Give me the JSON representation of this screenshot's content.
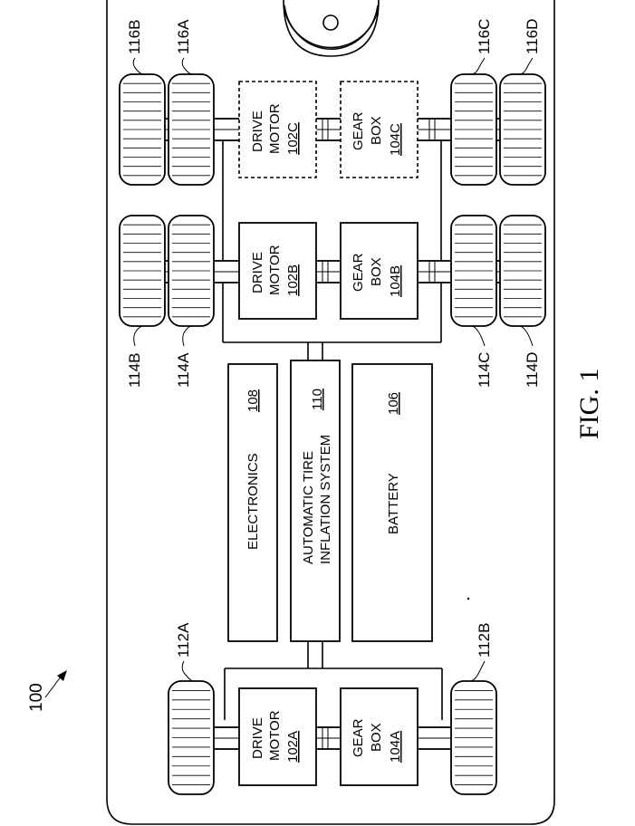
{
  "figure_label": "FIG. 1",
  "system_ref": "100",
  "blocks": {
    "electronics": {
      "text": "ELECTRONICS",
      "ref": "108"
    },
    "atis": {
      "line1": "AUTOMATIC TIRE",
      "line2": "INFLATION SYSTEM",
      "ref": "110"
    },
    "battery": {
      "text": "BATTERY",
      "ref": "106"
    },
    "motor_a": {
      "line1": "DRIVE",
      "line2": "MOTOR",
      "ref": "102A"
    },
    "gear_a": {
      "line1": "GEAR",
      "line2": "BOX",
      "ref": "104A"
    },
    "motor_b": {
      "line1": "DRIVE",
      "line2": "MOTOR",
      "ref": "102B"
    },
    "gear_b": {
      "line1": "GEAR",
      "line2": "BOX",
      "ref": "104B"
    },
    "motor_c": {
      "line1": "DRIVE",
      "line2": "MOTOR",
      "ref": "102C"
    },
    "gear_c": {
      "line1": "GEAR",
      "line2": "BOX",
      "ref": "104C"
    }
  },
  "tires": {
    "t112a": "112A",
    "t112b": "112B",
    "t114a": "114A",
    "t114b": "114B",
    "t114c": "114C",
    "t114d": "114D",
    "t116a": "116A",
    "t116b": "116B",
    "t116c": "116C",
    "t116d": "116D"
  }
}
